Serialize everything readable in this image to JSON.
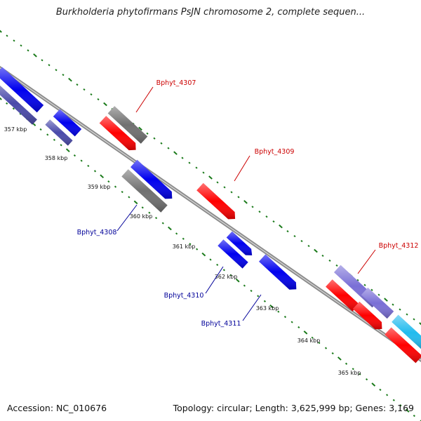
{
  "title": "Burkholderia phytofirmans PsJN chromosome 2, complete sequen...",
  "footer": {
    "accession": "Accession: NC_010676",
    "summary": "Topology: circular; Length: 3,625,999 bp; Genes: 3,169"
  },
  "colors": {
    "red": "#ff0000",
    "blue": "#0000ee",
    "gray": "#707070",
    "lavender": "#7a6fd6",
    "navy_light": "#4a4aaa",
    "cyan": "#22bbee",
    "tick": "#1a7a1a",
    "label_red": "#cc0000",
    "label_blue": "#000099"
  },
  "kbp_ticks": [
    {
      "label": "357 kbp"
    },
    {
      "label": "358 kbp"
    },
    {
      "label": "359 kbp"
    },
    {
      "label": "360 kbp"
    },
    {
      "label": "361 kbp"
    },
    {
      "label": "362 kbp"
    },
    {
      "label": "363 kbp"
    },
    {
      "label": "364 kbp"
    },
    {
      "label": "365 kbp"
    }
  ],
  "gene_labels": [
    {
      "name": "Bphyt_4307",
      "color": "label_red"
    },
    {
      "name": "Bphyt_4309",
      "color": "label_red"
    },
    {
      "name": "Bphyt_4312",
      "color": "label_red"
    },
    {
      "name": "Bphyt_4308",
      "color": "label_blue"
    },
    {
      "name": "Bphyt_4310",
      "color": "label_blue"
    },
    {
      "name": "Bphyt_4311",
      "color": "label_blue"
    }
  ]
}
